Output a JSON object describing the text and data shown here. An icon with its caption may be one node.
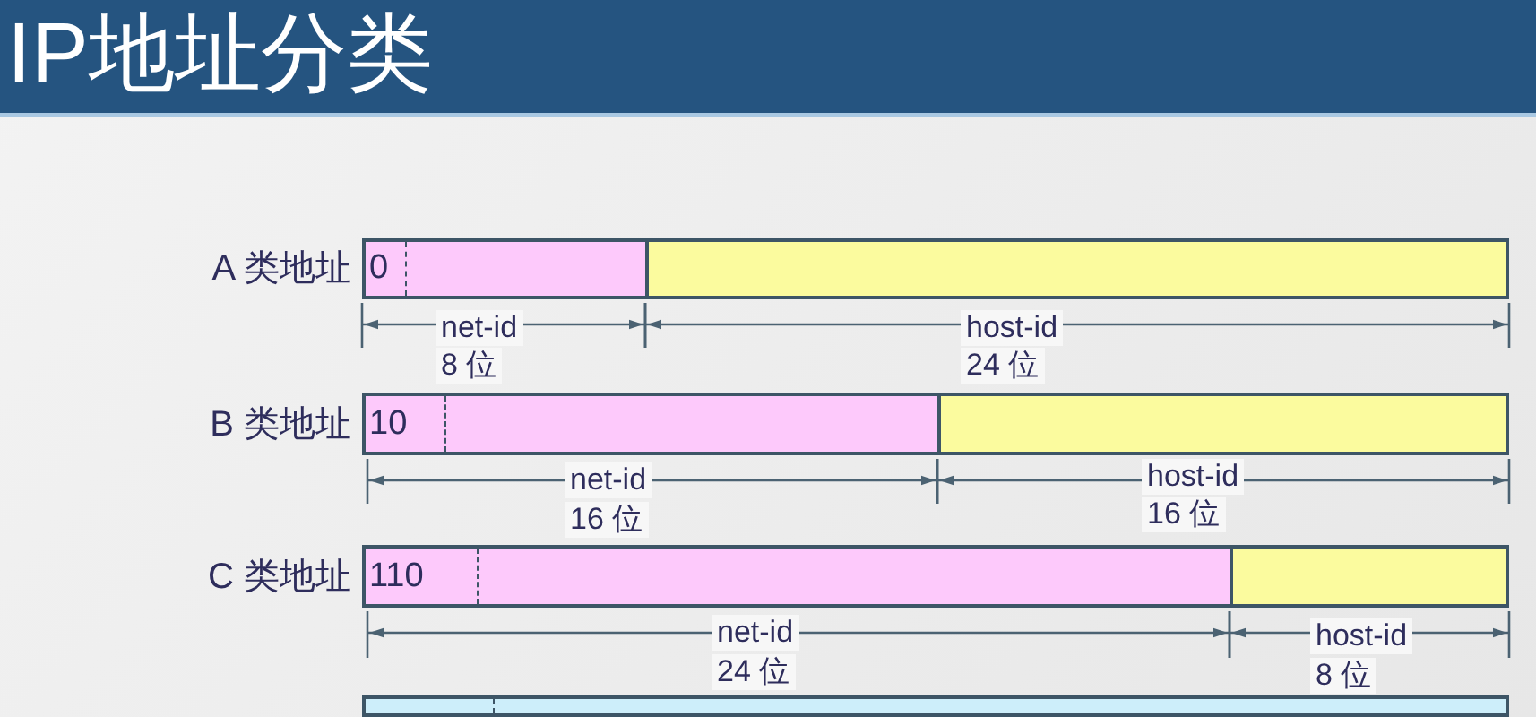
{
  "diagram": {
    "title": "IP地址分类",
    "nodes": [
      {
        "text": [
          "0"
        ],
        "beside": [
          "A 类地址"
        ]
      },
      {
        "text": [],
        "shape": "bar"
      },
      {
        "text": [
          "10"
        ],
        "beside": [
          "B 类地址"
        ]
      },
      {
        "text": [],
        "shape": "bar"
      },
      {
        "text": [
          "110"
        ],
        "beside": [
          "C 类地址"
        ]
      },
      {
        "text": [],
        "shape": "bar"
      },
      {
        "text": [],
        "shape": "bar"
      }
    ],
    "labels": [
      "net-id",
      "8 位",
      "host-id",
      "24 位",
      "net-id",
      "16 位",
      "host-id",
      "16 位",
      "net-id",
      "24 位",
      "host-id",
      "8 位"
    ]
  }
}
